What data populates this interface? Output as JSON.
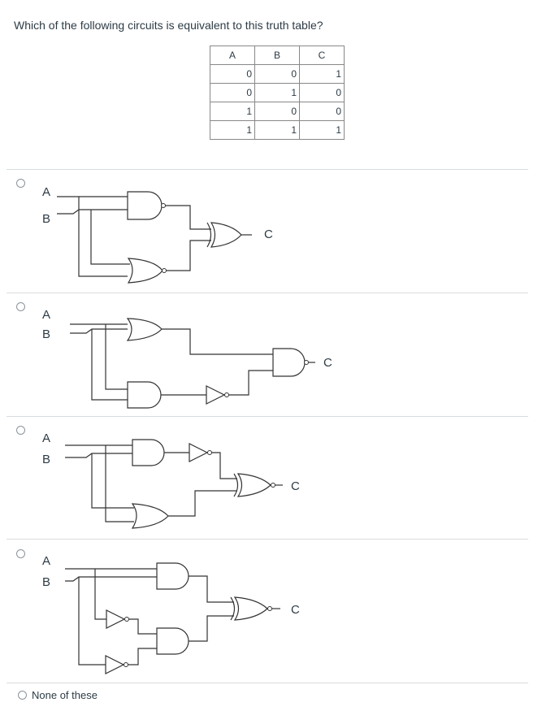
{
  "question": "Which of the following circuits is equivalent to this truth table?",
  "truth_table": {
    "headers": [
      "A",
      "B",
      "C"
    ],
    "rows": [
      [
        "0",
        "0",
        "1"
      ],
      [
        "0",
        "1",
        "0"
      ],
      [
        "1",
        "0",
        "0"
      ],
      [
        "1",
        "1",
        "1"
      ]
    ]
  },
  "options": [
    {
      "input_a": "A",
      "input_b": "B",
      "output": "C"
    },
    {
      "input_a": "A",
      "input_b": "B",
      "output": "C"
    },
    {
      "input_a": "A",
      "input_b": "B",
      "output": "C"
    },
    {
      "input_a": "A",
      "input_b": "B",
      "output": "C"
    }
  ],
  "none_option": "None of these"
}
